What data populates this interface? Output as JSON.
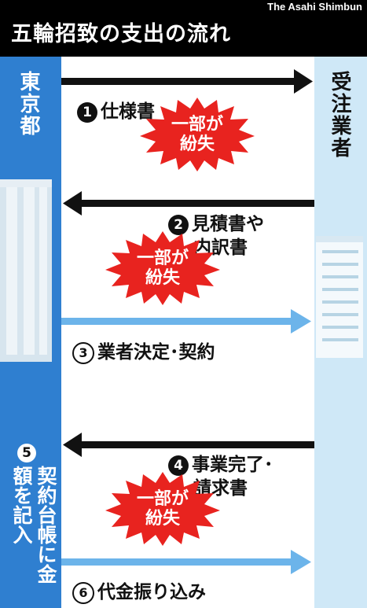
{
  "header": {
    "credit": "The Asahi Shimbun",
    "title": "五輪招致の支出の流れ"
  },
  "parties": {
    "left": "東京都",
    "right": "受注業者"
  },
  "flows": [
    {
      "num": "1",
      "label": "仕様書",
      "direction": "to-vendor",
      "color": "#111111"
    },
    {
      "num": "2",
      "label_line1": "見積書や",
      "label_line2": "内訳書",
      "direction": "to-tokyo",
      "color": "#111111"
    },
    {
      "num": "3",
      "label": "業者決定･契約",
      "direction": "to-vendor",
      "color": "#6cb4ea"
    },
    {
      "num": "4",
      "label_line1": "事業完了･",
      "label_line2": "請求書",
      "direction": "to-tokyo",
      "color": "#111111"
    },
    {
      "num": "5",
      "label": "契約台帳に金額を記入"
    },
    {
      "num": "6",
      "label": "代金振り込み",
      "direction": "to-vendor",
      "color": "#6cb4ea"
    }
  ],
  "loss_badge": {
    "line1": "一部が",
    "line2": "紛失",
    "color": "#e8231f"
  }
}
